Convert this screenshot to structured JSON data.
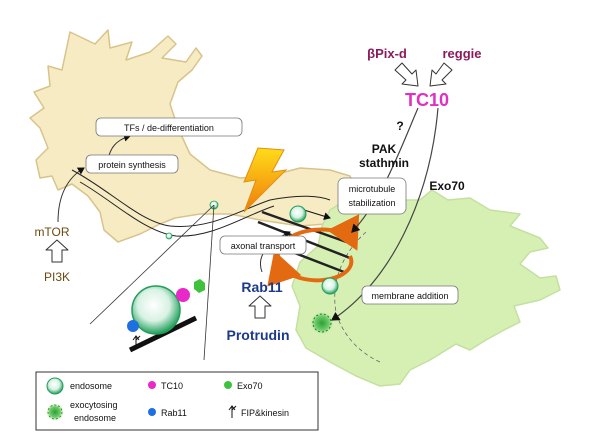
{
  "labels": {
    "tfs_dediff": "TFs / de-differentiation",
    "protein_synthesis": "protein synthesis",
    "mtor": "mTOR",
    "pi3k": "PI3K",
    "axonal_transport": "axonal transport",
    "rab11": "Rab11",
    "protrudin": "Protrudin",
    "microtubule_line1": "microtubule",
    "microtubule_line2": "stabilization",
    "membrane_addition": "membrane addition",
    "bpix": "βPix-d",
    "reggie": "reggie",
    "tc10": "TC10",
    "question": "?",
    "pak": "PAK",
    "stathmin": "stathmin",
    "exo70": "Exo70"
  },
  "legend": {
    "endosome": "endosome",
    "tc10": "TC10",
    "exo70": "Exo70",
    "exocytosing_line1": "exocytosing",
    "exocytosing_line2": "endosome",
    "rab11": "Rab11",
    "fip_kinesin": "FIP&kinesin"
  },
  "colors": {
    "neuron_fill": "#f7ebc4",
    "neuron_stroke": "#d8c48a",
    "growth_cone_fill": "#d6f0b4",
    "tc10_magenta": "#e030c0",
    "upstream_purple": "#8a1a5c",
    "protrudin_blue": "#1c3a8c",
    "mtor_brown": "#6b4a10",
    "rab11_dot": "#1e6fe0",
    "exo70_dot": "#3ec23e",
    "tc10_dot": "#e828c8",
    "orange_arrow": "#e46a12"
  }
}
